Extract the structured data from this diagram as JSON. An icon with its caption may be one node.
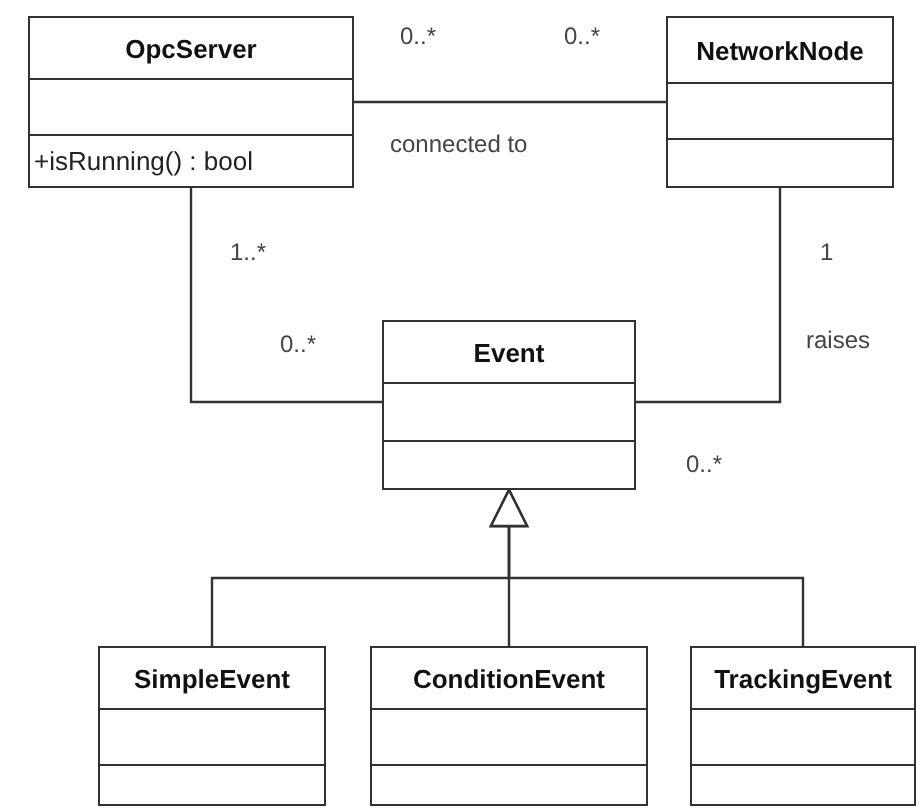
{
  "diagram": {
    "nodes": [
      {
        "text": [
          "OpcServer",
          "+isRunning() : bool"
        ]
      },
      {
        "text": [
          "NetworkNode"
        ]
      },
      {
        "text": [
          "Event"
        ]
      },
      {
        "text": [
          "SimpleEvent"
        ]
      },
      {
        "text": [
          "ConditionEvent"
        ]
      },
      {
        "text": [
          "TrackingEvent"
        ]
      }
    ],
    "edges": [
      {
        "from": 0,
        "to": 1,
        "arrow": "none",
        "label": "connected to"
      },
      {
        "from": 0,
        "to": 2,
        "arrow": "none"
      },
      {
        "from": 1,
        "to": 2,
        "arrow": "none",
        "label": "raises"
      },
      {
        "from": 3,
        "to": 2,
        "arrow": "to"
      },
      {
        "from": 4,
        "to": 2,
        "arrow": "to"
      },
      {
        "from": 5,
        "to": 2,
        "arrow": "to"
      }
    ],
    "labels": [
      "0..*",
      "0..*",
      "1..*",
      "1",
      "0..*",
      "0..*"
    ]
  }
}
